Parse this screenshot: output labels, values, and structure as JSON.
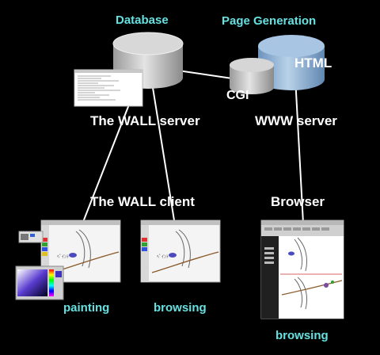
{
  "labels": {
    "database": "Database",
    "page_generation": "Page Generation",
    "html": "HTML",
    "cgi": "CGI",
    "wall_server": "The WALL server",
    "www_server": "WWW server",
    "wall_client": "The WALL client",
    "browser": "Browser",
    "painting": "painting",
    "browsing_client": "browsing",
    "browsing_browser": "browsing"
  },
  "colors": {
    "background": "#000000",
    "caption": "#66e0e0",
    "label": "#ffffff",
    "database_cylinder": "#b8b8b8",
    "html_cylinder": "#8fb4d8",
    "cgi_cylinder": "#c4c4c4",
    "connector": "#ffffff"
  }
}
